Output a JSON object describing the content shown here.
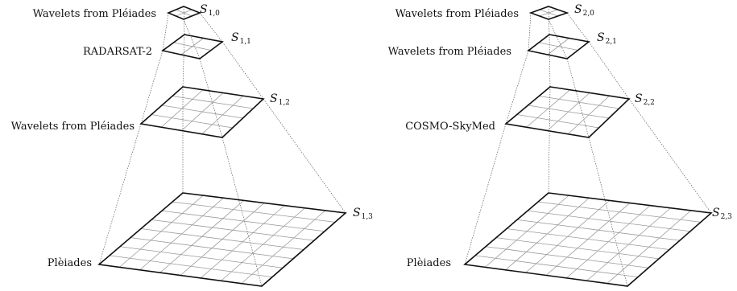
{
  "pyramids": [
    {
      "levels": [
        {
          "label": "Wavelets from Pléiades",
          "symbol": "S",
          "subscript": "1,0",
          "grid": 2
        },
        {
          "label": "RADARSAT-2",
          "symbol": "S",
          "subscript": "1,1",
          "grid": 2
        },
        {
          "label": "Wavelets from Pléiades",
          "symbol": "S",
          "subscript": "1,2",
          "grid": 4
        },
        {
          "label": "Plèiades",
          "symbol": "S",
          "subscript": "1,3",
          "grid": 8
        }
      ]
    },
    {
      "levels": [
        {
          "label": "Wavelets from Pléiades",
          "symbol": "S",
          "subscript": "2,0",
          "grid": 2
        },
        {
          "label": "Wavelets from Pléiades",
          "symbol": "S",
          "subscript": "2,1",
          "grid": 2
        },
        {
          "label": "COSMO-SkyMed",
          "symbol": "S",
          "subscript": "2,2",
          "grid": 4
        },
        {
          "label": "Plèiades",
          "symbol": "S",
          "subscript": "2,3",
          "grid": 8
        }
      ]
    }
  ],
  "colors": {
    "outline": "#111111",
    "grid": "#9a9a9a",
    "dotted": "#444444"
  }
}
